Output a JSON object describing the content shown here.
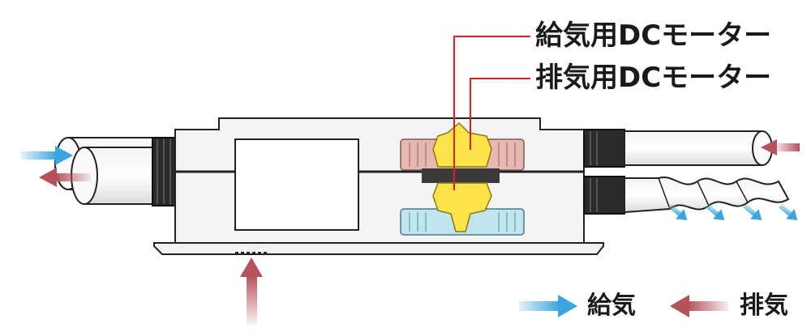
{
  "callouts": {
    "supply_motor": "給気用DCモーター",
    "exhaust_motor": "排気用DCモーター"
  },
  "legend": {
    "supply": "給気",
    "exhaust": "排気"
  },
  "colors": {
    "supply_arrow": "#3aa6dd",
    "exhaust_arrow": "#b5525a",
    "leader_line": "#e02020",
    "motor_yellow": "#ffe34a",
    "supply_fan": "#bfe6ee",
    "exhaust_fan": "#e8b8b0"
  }
}
